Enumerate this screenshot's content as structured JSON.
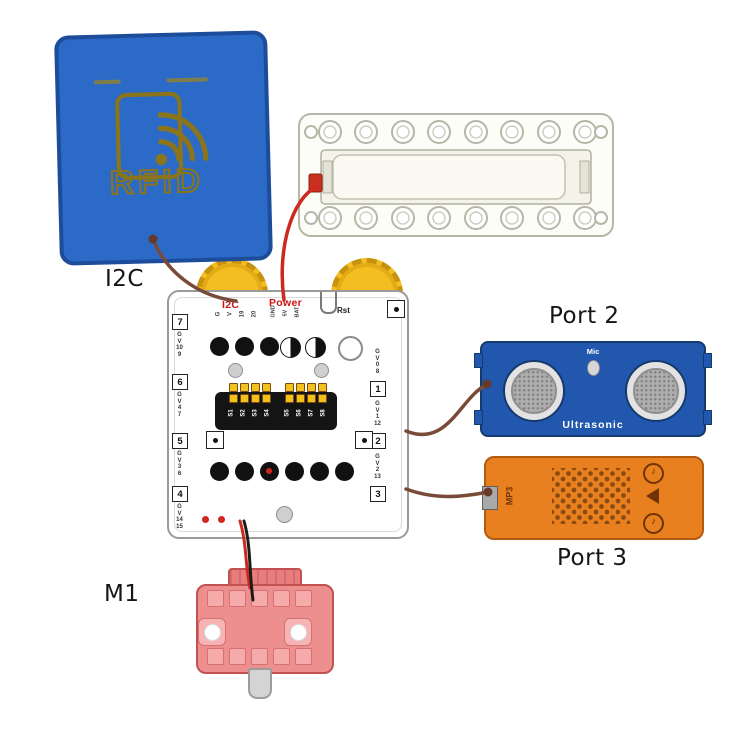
{
  "annotations": {
    "i2c_label": "I2C",
    "port2_label": "Port 2",
    "port3_label": "Port 3",
    "m1_label": "M1"
  },
  "rfid": {
    "title": "RFID"
  },
  "board": {
    "i2c_label": "I2C",
    "i2c_pins": [
      "G",
      "V",
      "19",
      "20"
    ],
    "power_label": "Power",
    "power_pins": [
      "GND",
      "5V",
      "BAT"
    ],
    "rst_label": "Rst",
    "left_ports": [
      {
        "num": "7",
        "pins": "G\nV\n10\n9"
      },
      {
        "num": "6",
        "pins": "G\nV\n4\n7"
      },
      {
        "num": "5",
        "pins": "G\nV\n3\n6"
      },
      {
        "num": "4",
        "pins": "G\nV\n14\n15"
      }
    ],
    "right_ports": [
      {
        "num": "1",
        "pins": "G\nV\n0\n8"
      },
      {
        "num": "2",
        "pins": "G\nV\n1\n12"
      },
      {
        "num": "3",
        "pins": "G\nV\n2\n13"
      }
    ],
    "servo_left": [
      "S1",
      "S2",
      "S3",
      "S4"
    ],
    "servo_right": [
      "S5",
      "S6",
      "S7",
      "S8"
    ]
  },
  "ultrasonic": {
    "mic_label": "Mic",
    "title": "Ultrasonic"
  },
  "mp3": {
    "title": "MP3",
    "button_icon": "♪"
  },
  "colors": {
    "rfid_blue": "#2b6ac6",
    "rfid_gold": "#8a741c",
    "ultrasonic_blue": "#2157ad",
    "mp3_orange": "#e9801f",
    "motor_pink": "#ee8f8f",
    "wheel_yellow": "#f2be22",
    "wire_brown": "#7a4a38",
    "wire_red": "#cc2a1e"
  }
}
